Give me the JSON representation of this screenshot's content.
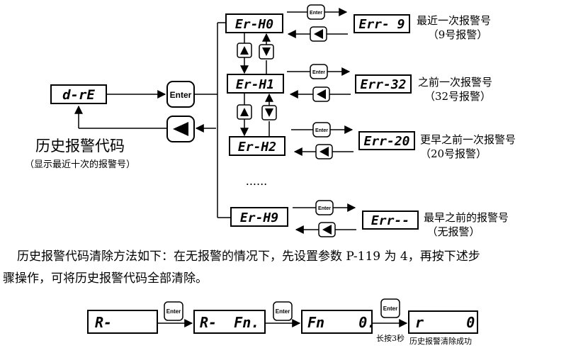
{
  "history_label": "历史报警代码",
  "history_sublabel": "（显示最近十次的报警号）",
  "main_display": "d-rE",
  "enter_label": "Enter",
  "ellipsis": "......",
  "rows": [
    {
      "code": "Er-H0",
      "result": "Err- 9",
      "desc_line1": "最近一次报警号",
      "desc_line2": "（9号报警）"
    },
    {
      "code": "Er-H1",
      "result": "Err-32",
      "desc_line1": "之前一次报警号",
      "desc_line2": "（32号报警）"
    },
    {
      "code": "Er-H2",
      "result": "Err-20",
      "desc_line1": "更早之前一次报警号",
      "desc_line2": "（20号报警）"
    },
    {
      "code": "Er-H9",
      "result": "Err--",
      "desc_line1": "最早之前的报警号",
      "desc_line2": "（无报警）"
    }
  ],
  "instructions_line1": "历史报警代码清除方法如下：在无报警的情况下，先设置参数 P-119 为 4，再按下述步",
  "instructions_line2": "骤操作，可将历史报警代码全部清除。",
  "bottom": {
    "displays": [
      "R-",
      "R-  Fn.",
      "Fn    0.",
      "r     0"
    ],
    "long_press": "长按3秒",
    "success": "历史报警清除成功"
  }
}
